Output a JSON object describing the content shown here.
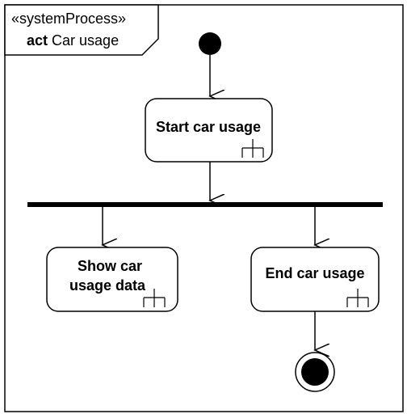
{
  "frame": {
    "stereotype": "«systemProcess»",
    "keyword": "act",
    "name": "Car usage"
  },
  "actions": {
    "start_car_usage": "Start car usage",
    "show_car_usage_data_line1": "Show car",
    "show_car_usage_data_line2": "usage data",
    "end_car_usage": "End car usage"
  },
  "colors": {
    "line": "#000000",
    "fill": "#ffffff"
  }
}
